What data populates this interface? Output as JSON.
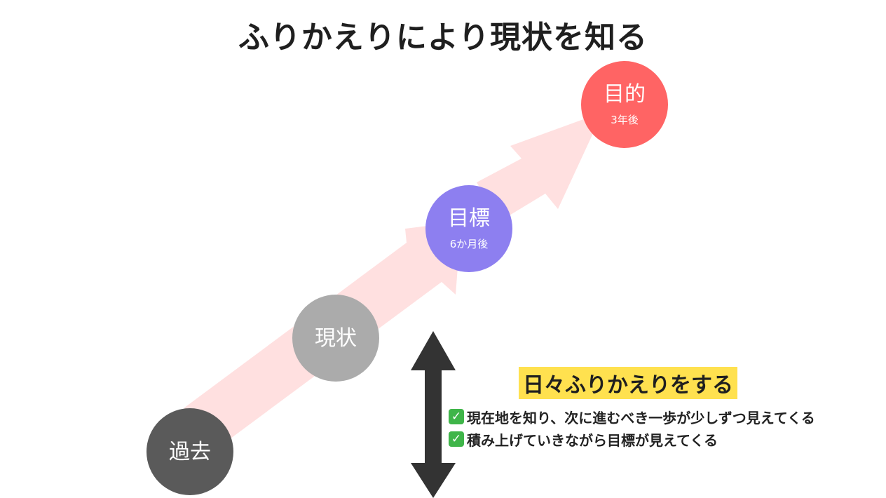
{
  "title": "ふりかえりにより現状を知る",
  "nodes": {
    "past": {
      "label": "過去"
    },
    "current": {
      "label": "現状"
    },
    "goal": {
      "label": "目標",
      "sublabel": "6か月後"
    },
    "purpose": {
      "label": "目的",
      "sublabel": "3年後"
    }
  },
  "practice": {
    "heading": "日々ふりかえりをする",
    "bullets": [
      "現在地を知り、次に進むべき一歩が少しずつ見えてくる",
      "積み上げていきながら目標が見えてくる"
    ]
  },
  "icons": {
    "check": "check-mark-icon",
    "progress_arrow": "diagonal-arrow-icon",
    "vertical_arrow": "double-headed-arrow-icon"
  },
  "colors": {
    "past": "#5a5a5a",
    "current": "#ababab",
    "goal": "#8d7ff0",
    "purpose": "#ff6464",
    "arrow": "#ffe0e0",
    "highlight": "#ffe14f",
    "check": "#3fb549",
    "double_arrow": "#333333"
  }
}
